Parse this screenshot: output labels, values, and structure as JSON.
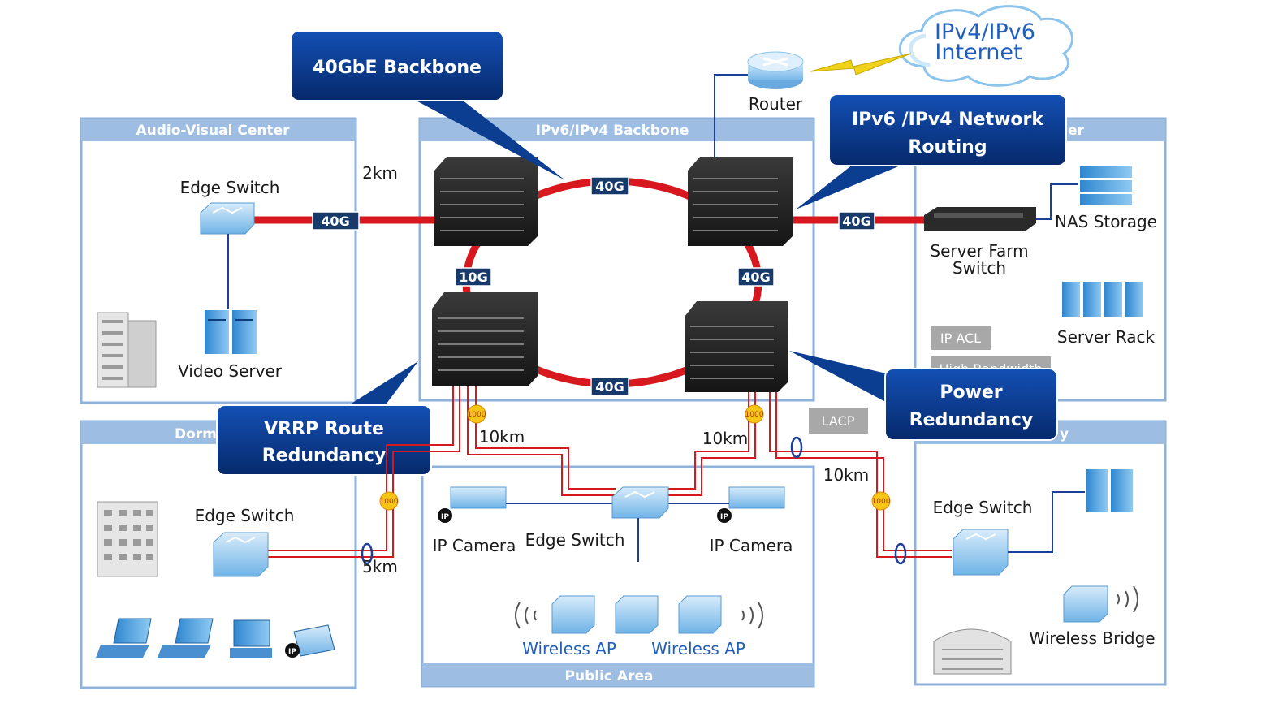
{
  "zones": {
    "audio_visual": "Audio-Visual Center",
    "backbone": "IPv6/IPv4 Backbone",
    "server_center_partial": "er",
    "dorm_partial": "Dorm",
    "public_area": "Public Area",
    "right_bottom_partial": "y"
  },
  "callouts": {
    "backbone_40gbe": "40GbE Backbone",
    "routing_line1": "IPv6 /IPv4 Network",
    "routing_line2": "Routing",
    "vrrp_line1": "VRRP Route",
    "vrrp_line2": "Redundancy",
    "power_line1": "Power",
    "power_line2": "Redundancy"
  },
  "cloud": {
    "line1": "IPv4/IPv6",
    "line2": "Internet"
  },
  "labels": {
    "router": "Router",
    "edge_switch_av": "Edge Switch",
    "video_server": "Video Server",
    "edge_switch_dorm": "Edge Switch",
    "edge_switch_public": "Edge Switch",
    "ip_camera_left": "IP Camera",
    "ip_camera_right": "IP Camera",
    "wireless_ap_left": "Wireless AP",
    "wireless_ap_right": "Wireless AP",
    "server_farm_line1": "Server Farm",
    "server_farm_line2": "Switch",
    "nas_storage": "NAS Storage",
    "server_rack": "Server Rack",
    "edge_switch_right": "Edge Switch",
    "wireless_bridge": "Wireless Bridge"
  },
  "distances": {
    "av": "2km",
    "left_10km": "10km",
    "mid_10km": "10km",
    "right_10km": "10km",
    "dorm_5km": "5km"
  },
  "speeds": {
    "av_link": "40G",
    "top_ring": "40G",
    "server_link": "40G",
    "left_ring": "10G",
    "right_ring": "40G",
    "bottom_ring": "40G"
  },
  "badge": "1000",
  "tags": {
    "ip_acl": "IP ACL",
    "high_bandwidth": "High Bandwidth",
    "lacp": "LACP"
  },
  "ip_glyph": "IP",
  "colors": {
    "zone_border": "#8fb2da",
    "zone_header": "#9dbde3",
    "ring": "#d7191f",
    "callout": "#0b3d91",
    "speed_box": "#173a6a",
    "link_blue": "#1b3f9a"
  }
}
